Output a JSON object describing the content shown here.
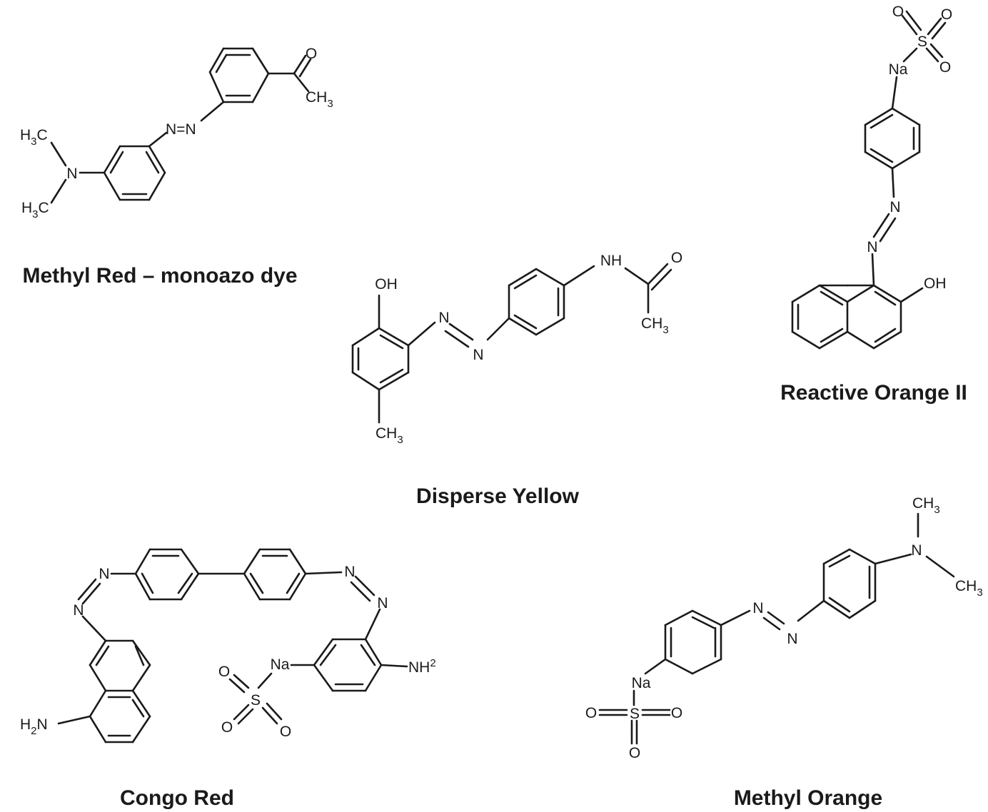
{
  "molecules": [
    {
      "id": "methyl-red",
      "caption": "Methyl Red – monoazo dye",
      "labels": {
        "o": "O",
        "ch3_main": "CH",
        "ch3_sub": "3",
        "n1": "N",
        "eq": "=",
        "n2": "N",
        "h3c1_h": "H",
        "h3c1_sub": "3",
        "h3c1_c": "C",
        "n_amine": "N",
        "h3c2_h": "H",
        "h3c2_sub": "3",
        "h3c2_c": "C"
      }
    },
    {
      "id": "disperse-yellow",
      "caption": "Disperse Yellow",
      "labels": {
        "oh": "OH",
        "n1": "N",
        "n2": "N",
        "nh": "NH",
        "o": "O",
        "ch3a_main": "CH",
        "ch3a_sub": "3",
        "ch3b_main": "CH",
        "ch3b_sub": "3"
      }
    },
    {
      "id": "reactive-orange-ii",
      "caption": "Reactive Orange II",
      "labels": {
        "o1": "O",
        "o2": "O",
        "o3": "O",
        "s": "S",
        "na": "Na",
        "n1": "N",
        "n2": "N",
        "oh": "OH"
      }
    },
    {
      "id": "congo-red",
      "caption": "Congo Red",
      "labels": {
        "n1": "N",
        "n2": "N",
        "n3": "N",
        "n4": "N",
        "h2n_h": "H",
        "h2n_sub": "2",
        "h2n_n": "N",
        "na": "Na",
        "o1": "O",
        "o2": "O",
        "o3": "O",
        "s": "S",
        "nh2_nh": "NH",
        "nh2_sub": "2"
      }
    },
    {
      "id": "methyl-orange",
      "caption": "Methyl Orange",
      "labels": {
        "ch3a_main": "CH",
        "ch3a_sub": "3",
        "n_amine": "N",
        "ch3b_main": "CH",
        "ch3b_sub": "3",
        "n1": "N",
        "n2": "N",
        "na": "Na",
        "o1": "O",
        "s": "S",
        "o2": "O",
        "o3": "O"
      }
    }
  ]
}
